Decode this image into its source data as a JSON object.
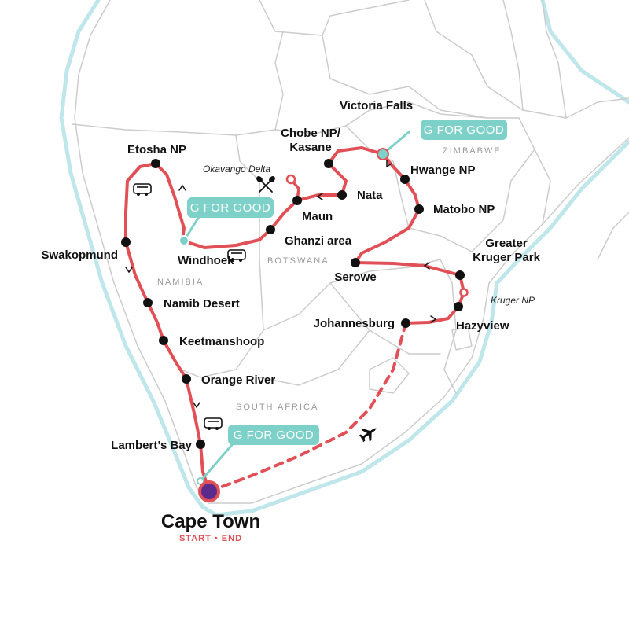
{
  "colors": {
    "route": "#e05056",
    "stop": "#111111",
    "badge": "#7ed1c8",
    "start_end_dot": "#5b2a8c",
    "land_border": "#c9c9c9",
    "coast_water": "#bfe6ea"
  },
  "countries": {
    "namibia": "NAMIBIA",
    "botswana": "BOTSWANA",
    "zimbabwe": "ZIMBABWE",
    "south_africa": "SOUTH AFRICA"
  },
  "stops": {
    "etosha": "Etosha NP",
    "swakopmund": "Swakopmund",
    "windhoek": "Windhoek",
    "namib": "Namib Desert",
    "keetmanshoop": "Keetmanshoop",
    "orange_river": "Orange River",
    "lamberts_bay": "Lambert’s Bay",
    "ghanzi": "Ghanzi area",
    "maun": "Maun",
    "nata": "Nata",
    "chobe": "Chobe NP/",
    "kasane": "Kasane",
    "victoria_falls": "Victoria Falls",
    "hwange": "Hwange NP",
    "matobo": "Matobo NP",
    "serowe": "Serowe",
    "greater_kruger_1": "Greater",
    "greater_kruger_2": "Kruger Park",
    "hazyview": "Hazyview",
    "johannesburg": "Johannesburg"
  },
  "pois": {
    "okavango": "Okavango Delta",
    "kruger": "Kruger NP"
  },
  "badges": {
    "text": "G FOR GOOD"
  },
  "start": {
    "city": "Cape Town",
    "start_label": "START",
    "separator": "•",
    "end_label": "END"
  },
  "icons": {
    "transport": "bus-icon",
    "flight": "airplane-icon",
    "activity": "crossed-paddles-icon"
  }
}
